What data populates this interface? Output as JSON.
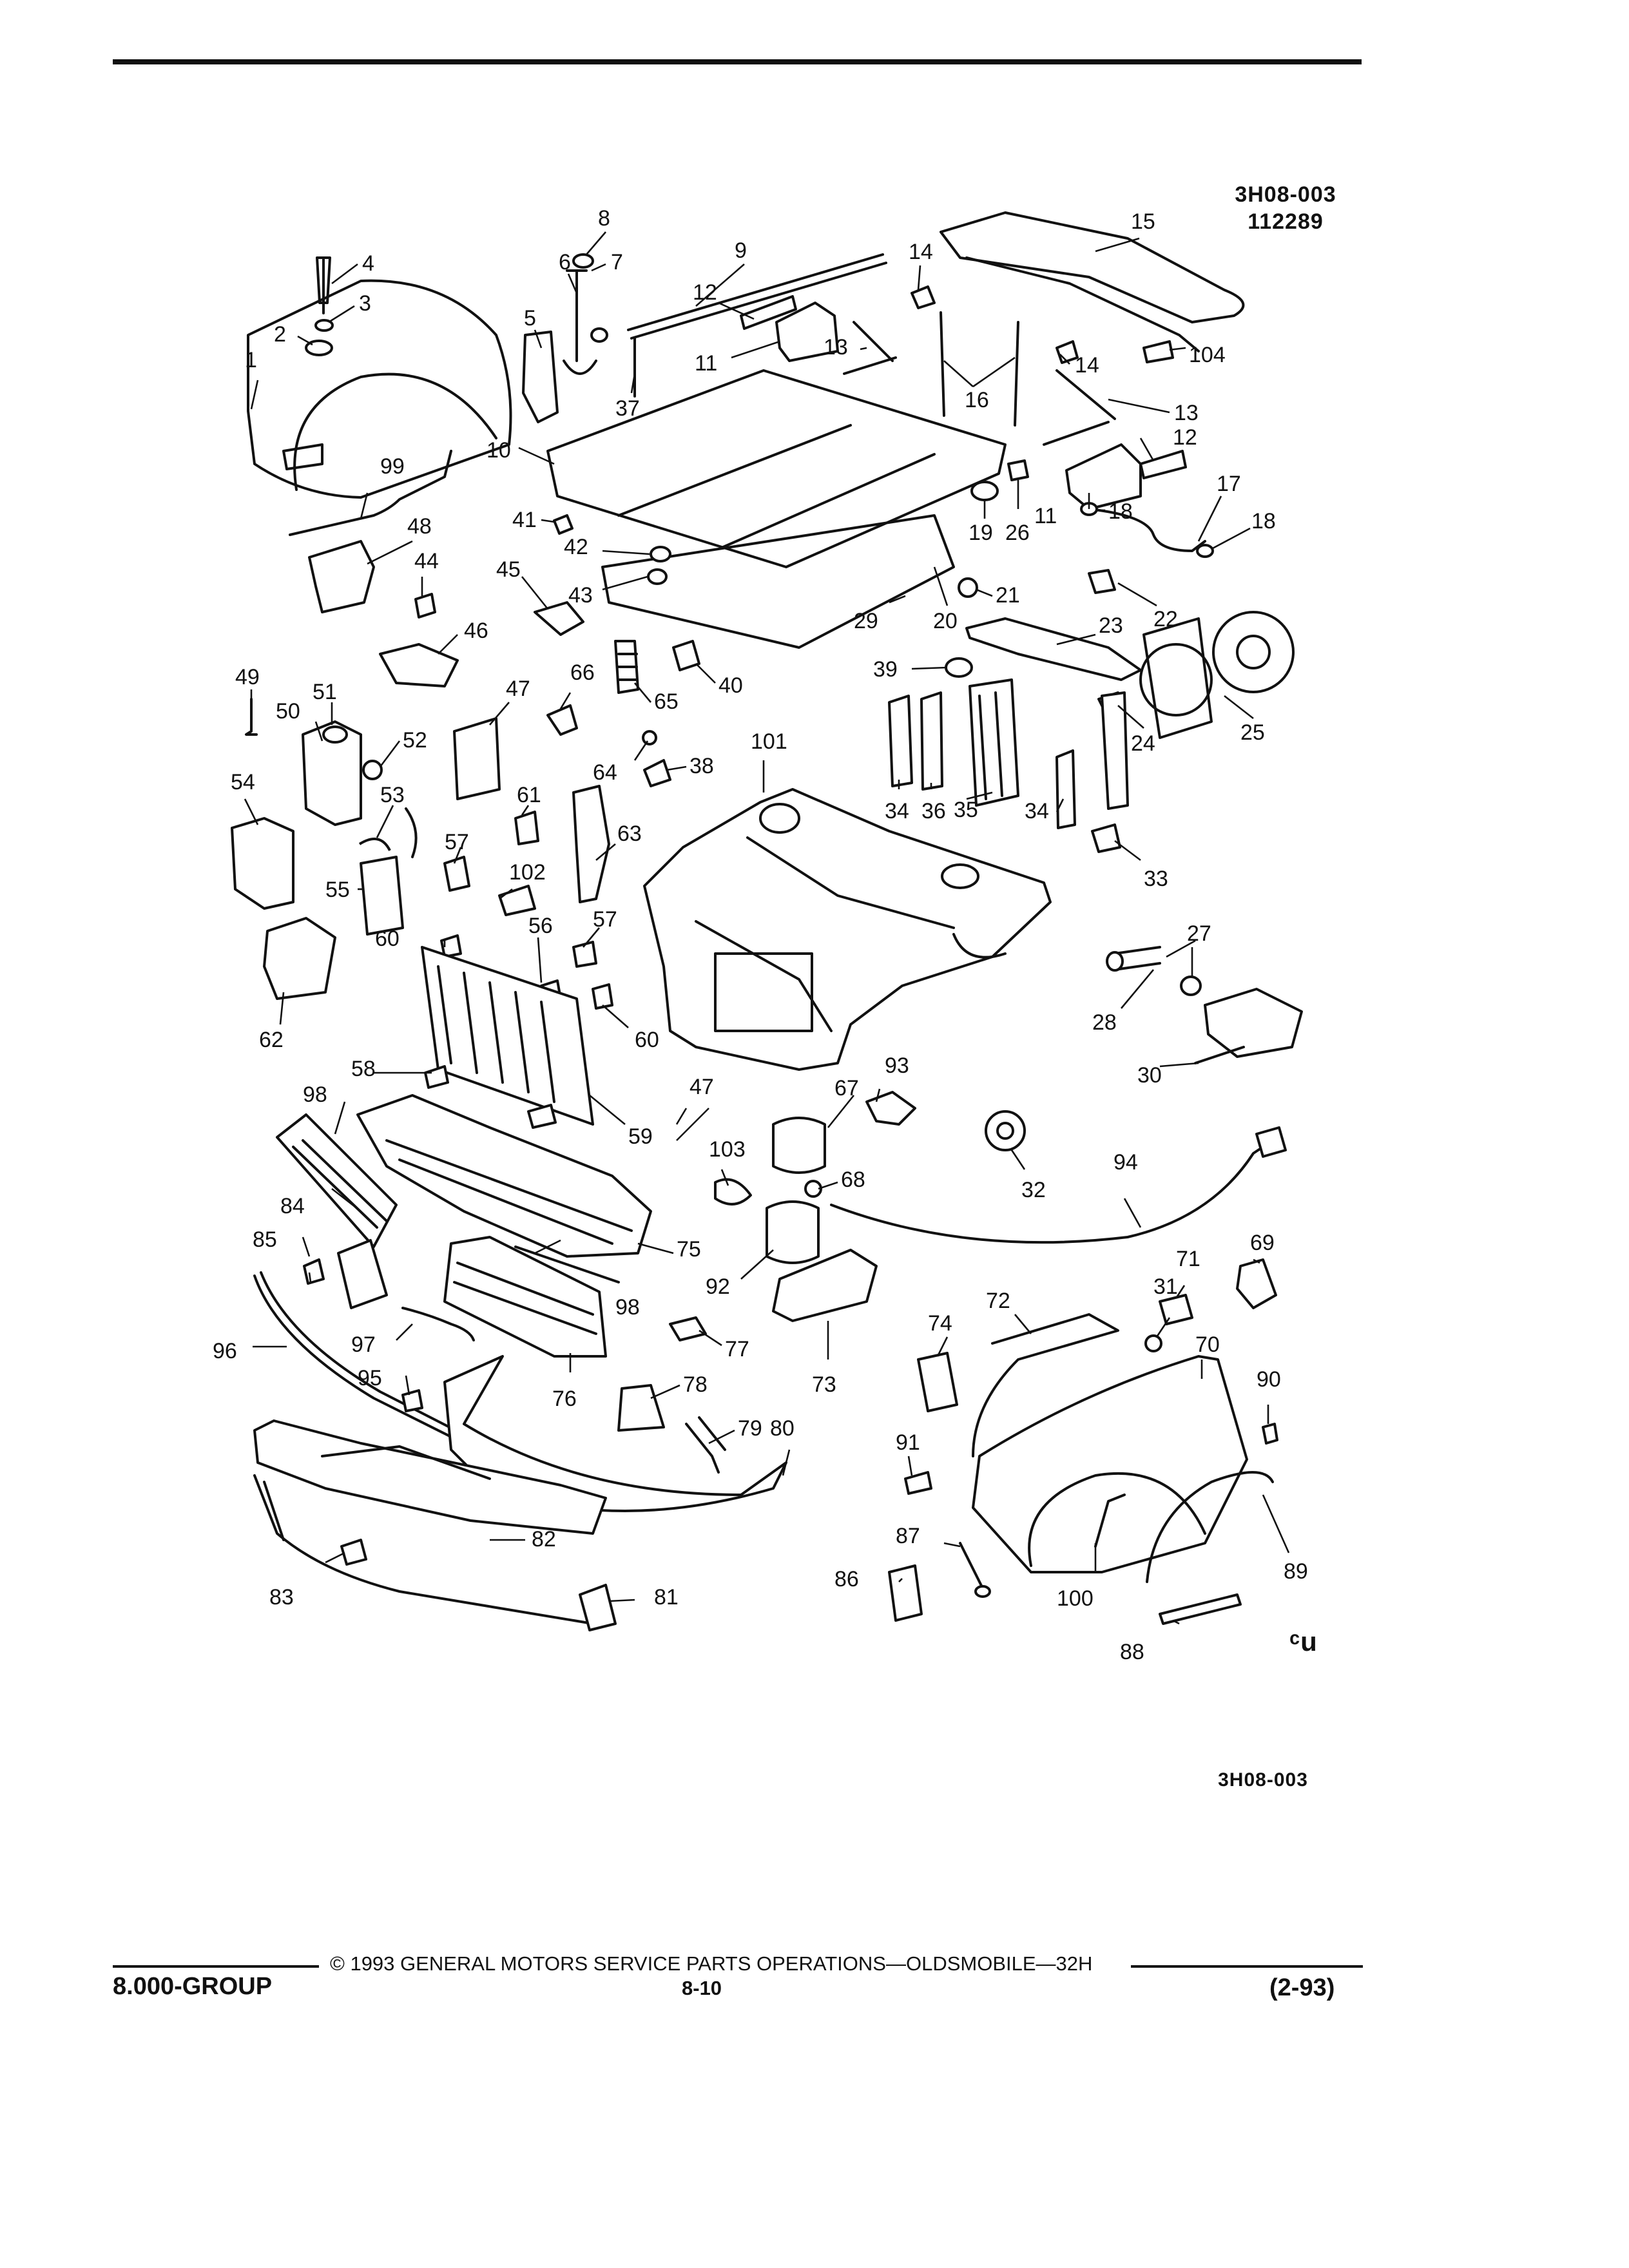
{
  "header": {
    "illustration_codes": [
      "3H08-003",
      "112289"
    ]
  },
  "diagram": {
    "bottom_code": "3H08-003",
    "corner_mark": "ᶜu",
    "callouts": [
      {
        "id": "1",
        "label": "1"
      },
      {
        "id": "2",
        "label": "2"
      },
      {
        "id": "3",
        "label": "3"
      },
      {
        "id": "4",
        "label": "4"
      },
      {
        "id": "5",
        "label": "5"
      },
      {
        "id": "6",
        "label": "6"
      },
      {
        "id": "7",
        "label": "7"
      },
      {
        "id": "8",
        "label": "8"
      },
      {
        "id": "9",
        "label": "9"
      },
      {
        "id": "10",
        "label": "10"
      },
      {
        "id": "11a",
        "label": "11"
      },
      {
        "id": "11b",
        "label": "11"
      },
      {
        "id": "12a",
        "label": "12"
      },
      {
        "id": "12b",
        "label": "12"
      },
      {
        "id": "13a",
        "label": "13"
      },
      {
        "id": "13b",
        "label": "13"
      },
      {
        "id": "14a",
        "label": "14"
      },
      {
        "id": "14b",
        "label": "14"
      },
      {
        "id": "15",
        "label": "15"
      },
      {
        "id": "16",
        "label": "16"
      },
      {
        "id": "17",
        "label": "17"
      },
      {
        "id": "18a",
        "label": "18"
      },
      {
        "id": "18b",
        "label": "18"
      },
      {
        "id": "19",
        "label": "19"
      },
      {
        "id": "20",
        "label": "20"
      },
      {
        "id": "21",
        "label": "21"
      },
      {
        "id": "22",
        "label": "22"
      },
      {
        "id": "23",
        "label": "23"
      },
      {
        "id": "24",
        "label": "24"
      },
      {
        "id": "25",
        "label": "25"
      },
      {
        "id": "26",
        "label": "26"
      },
      {
        "id": "27",
        "label": "27"
      },
      {
        "id": "28",
        "label": "28"
      },
      {
        "id": "29",
        "label": "29"
      },
      {
        "id": "30",
        "label": "30"
      },
      {
        "id": "31",
        "label": "31"
      },
      {
        "id": "32",
        "label": "32"
      },
      {
        "id": "33",
        "label": "33"
      },
      {
        "id": "34a",
        "label": "34"
      },
      {
        "id": "34b",
        "label": "34"
      },
      {
        "id": "35",
        "label": "35"
      },
      {
        "id": "36",
        "label": "36"
      },
      {
        "id": "37",
        "label": "37"
      },
      {
        "id": "38",
        "label": "38"
      },
      {
        "id": "39",
        "label": "39"
      },
      {
        "id": "40",
        "label": "40"
      },
      {
        "id": "41",
        "label": "41"
      },
      {
        "id": "42",
        "label": "42"
      },
      {
        "id": "43",
        "label": "43"
      },
      {
        "id": "44",
        "label": "44"
      },
      {
        "id": "45",
        "label": "45"
      },
      {
        "id": "46",
        "label": "46"
      },
      {
        "id": "47a",
        "label": "47"
      },
      {
        "id": "47b",
        "label": "47"
      },
      {
        "id": "48",
        "label": "48"
      },
      {
        "id": "49",
        "label": "49"
      },
      {
        "id": "50",
        "label": "50"
      },
      {
        "id": "51",
        "label": "51"
      },
      {
        "id": "52",
        "label": "52"
      },
      {
        "id": "53",
        "label": "53"
      },
      {
        "id": "54",
        "label": "54"
      },
      {
        "id": "55",
        "label": "55"
      },
      {
        "id": "56",
        "label": "56"
      },
      {
        "id": "57a",
        "label": "57"
      },
      {
        "id": "57b",
        "label": "57"
      },
      {
        "id": "58",
        "label": "58"
      },
      {
        "id": "59",
        "label": "59"
      },
      {
        "id": "60a",
        "label": "60"
      },
      {
        "id": "60b",
        "label": "60"
      },
      {
        "id": "61",
        "label": "61"
      },
      {
        "id": "62",
        "label": "62"
      },
      {
        "id": "63",
        "label": "63"
      },
      {
        "id": "64",
        "label": "64"
      },
      {
        "id": "65",
        "label": "65"
      },
      {
        "id": "66",
        "label": "66"
      },
      {
        "id": "67",
        "label": "67"
      },
      {
        "id": "68",
        "label": "68"
      },
      {
        "id": "69",
        "label": "69"
      },
      {
        "id": "70",
        "label": "70"
      },
      {
        "id": "71",
        "label": "71"
      },
      {
        "id": "72",
        "label": "72"
      },
      {
        "id": "73",
        "label": "73"
      },
      {
        "id": "74",
        "label": "74"
      },
      {
        "id": "75",
        "label": "75"
      },
      {
        "id": "76",
        "label": "76"
      },
      {
        "id": "77",
        "label": "77"
      },
      {
        "id": "78",
        "label": "78"
      },
      {
        "id": "79",
        "label": "79"
      },
      {
        "id": "80",
        "label": "80"
      },
      {
        "id": "81",
        "label": "81"
      },
      {
        "id": "82",
        "label": "82"
      },
      {
        "id": "83",
        "label": "83"
      },
      {
        "id": "84",
        "label": "84"
      },
      {
        "id": "85",
        "label": "85"
      },
      {
        "id": "86",
        "label": "86"
      },
      {
        "id": "87",
        "label": "87"
      },
      {
        "id": "88",
        "label": "88"
      },
      {
        "id": "89",
        "label": "89"
      },
      {
        "id": "90",
        "label": "90"
      },
      {
        "id": "91",
        "label": "91"
      },
      {
        "id": "92",
        "label": "92"
      },
      {
        "id": "93",
        "label": "93"
      },
      {
        "id": "94",
        "label": "94"
      },
      {
        "id": "95",
        "label": "95"
      },
      {
        "id": "96",
        "label": "96"
      },
      {
        "id": "97",
        "label": "97"
      },
      {
        "id": "98a",
        "label": "98"
      },
      {
        "id": "98b",
        "label": "98"
      },
      {
        "id": "99",
        "label": "99"
      },
      {
        "id": "100",
        "label": "100"
      },
      {
        "id": "101",
        "label": "101"
      },
      {
        "id": "102",
        "label": "102"
      },
      {
        "id": "103",
        "label": "103"
      },
      {
        "id": "104",
        "label": "104"
      }
    ]
  },
  "footer": {
    "copyright": "© 1993 GENERAL MOTORS SERVICE PARTS OPERATIONS—OLDSMOBILE—32H",
    "group": "8.000-GROUP",
    "page": "8-10",
    "revision": "(2-93)"
  }
}
